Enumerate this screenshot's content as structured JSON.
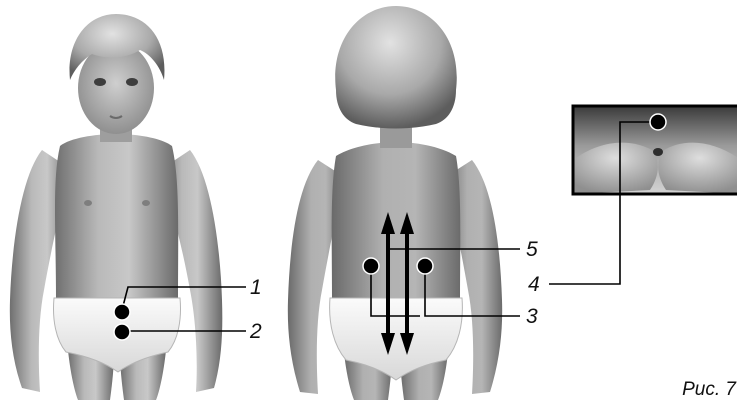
{
  "figure": {
    "caption": "Рис. 7",
    "points": [
      {
        "label": "1"
      },
      {
        "label": "2"
      },
      {
        "label": "3"
      },
      {
        "label": "4"
      },
      {
        "label": "5"
      }
    ]
  }
}
